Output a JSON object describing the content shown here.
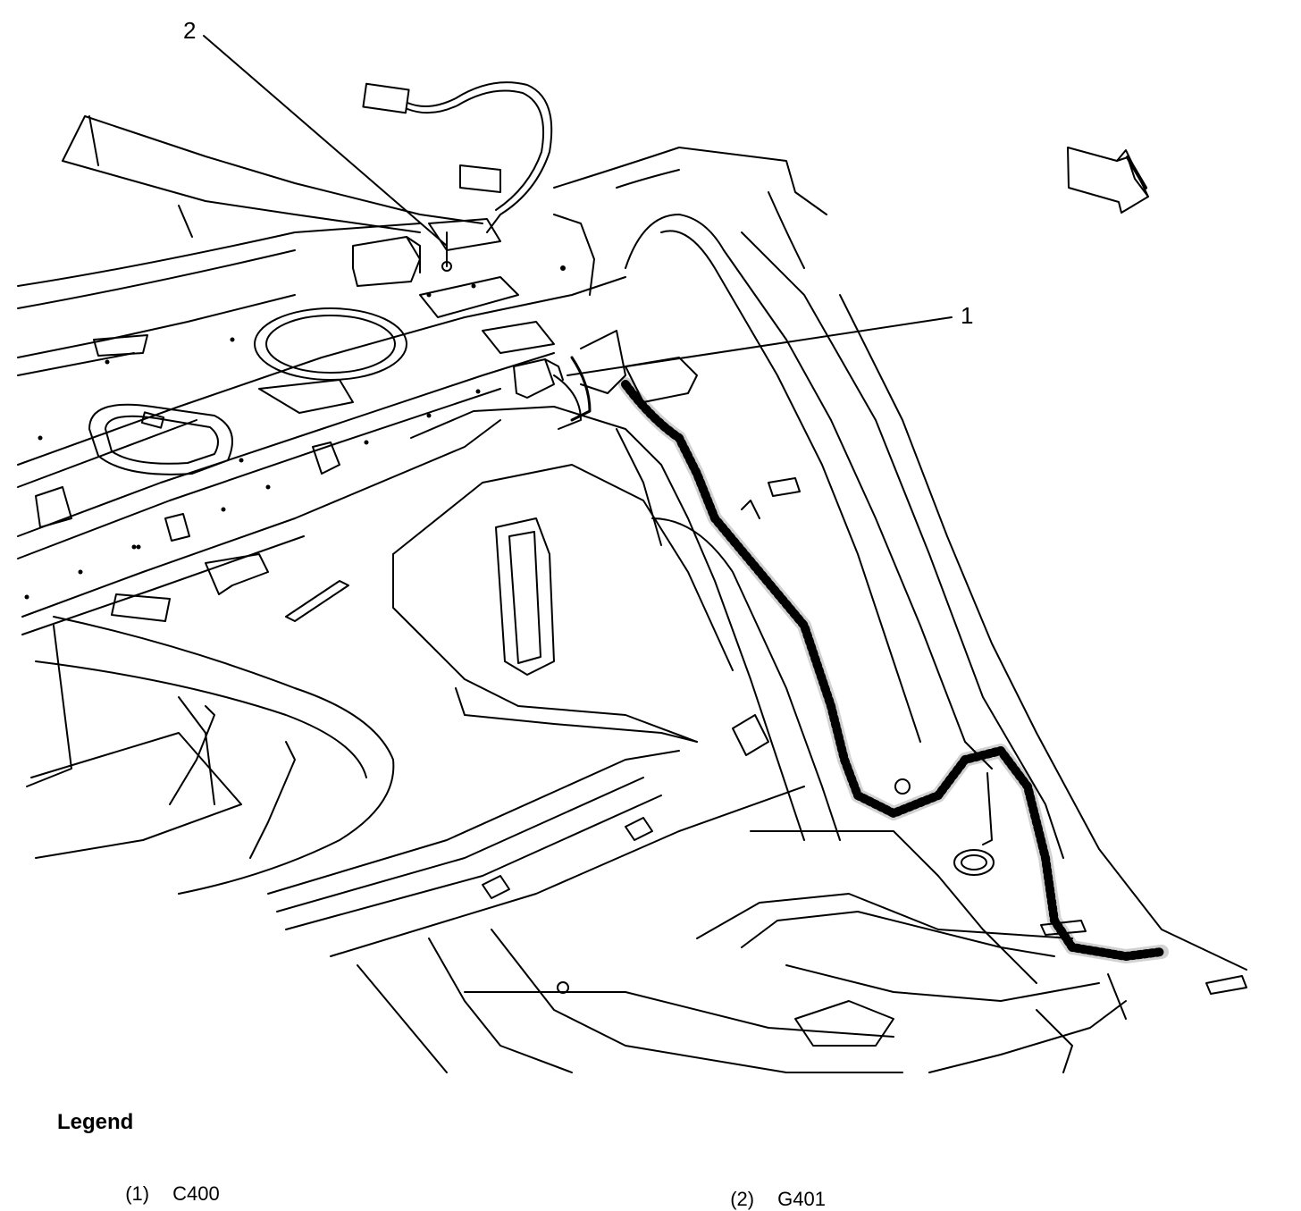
{
  "callouts": [
    {
      "number": "1",
      "code": "C400"
    },
    {
      "number": "2",
      "code": "G401"
    }
  ],
  "legend": {
    "title": "Legend",
    "entries": [
      {
        "label": "(1)",
        "value": "C400"
      },
      {
        "label": "(2)",
        "value": "G401"
      }
    ]
  },
  "icons": {
    "orientation_arrow": "front-direction-arrow-icon"
  },
  "colors": {
    "line": "#000000",
    "background": "#ffffff"
  }
}
